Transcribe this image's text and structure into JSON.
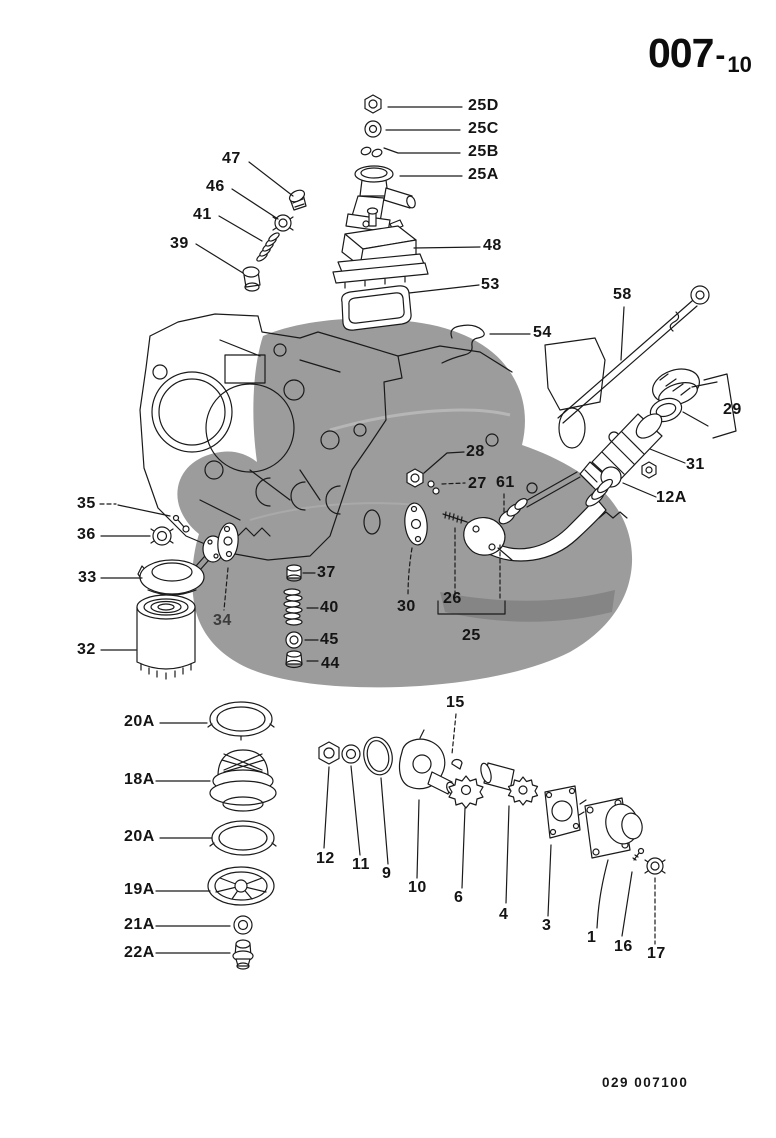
{
  "page": {
    "background": "#ffffff",
    "ink": "#1a1a1a",
    "shade_color": "#9c9c9c"
  },
  "header": {
    "code": "007",
    "separator": "-",
    "page": "10"
  },
  "footer": {
    "code": "029 007100"
  },
  "callouts": {
    "c25D": {
      "label": "25D"
    },
    "c25C": {
      "label": "25C"
    },
    "c25B": {
      "label": "25B"
    },
    "c25A": {
      "label": "25A"
    },
    "c47": {
      "label": "47"
    },
    "c46": {
      "label": "46"
    },
    "c41": {
      "label": "41"
    },
    "c39": {
      "label": "39"
    },
    "c48": {
      "label": "48"
    },
    "c53": {
      "label": "53"
    },
    "c54": {
      "label": "54"
    },
    "c58": {
      "label": "58"
    },
    "c29": {
      "label": "29"
    },
    "c31": {
      "label": "31"
    },
    "c12A": {
      "label": "12A"
    },
    "c28": {
      "label": "28"
    },
    "c27": {
      "label": "27"
    },
    "c61": {
      "label": "61"
    },
    "c35": {
      "label": "35"
    },
    "c36": {
      "label": "36"
    },
    "c33": {
      "label": "33"
    },
    "c32": {
      "label": "32"
    },
    "c34": {
      "label": "34"
    },
    "c37": {
      "label": "37"
    },
    "c40": {
      "label": "40"
    },
    "c45": {
      "label": "45"
    },
    "c44": {
      "label": "44"
    },
    "c30": {
      "label": "30"
    },
    "c26": {
      "label": "26"
    },
    "c25": {
      "label": "25"
    },
    "c20A1": {
      "label": "20A"
    },
    "c18A": {
      "label": "18A"
    },
    "c20A2": {
      "label": "20A"
    },
    "c19A": {
      "label": "19A"
    },
    "c21A": {
      "label": "21A"
    },
    "c22A": {
      "label": "22A"
    },
    "c15": {
      "label": "15"
    },
    "c12": {
      "label": "12"
    },
    "c11": {
      "label": "11"
    },
    "c9": {
      "label": "9"
    },
    "c10": {
      "label": "10"
    },
    "c6": {
      "label": "6"
    },
    "c4": {
      "label": "4"
    },
    "c3": {
      "label": "3"
    },
    "c1": {
      "label": "1"
    },
    "c16": {
      "label": "16"
    },
    "c17": {
      "label": "17"
    }
  }
}
